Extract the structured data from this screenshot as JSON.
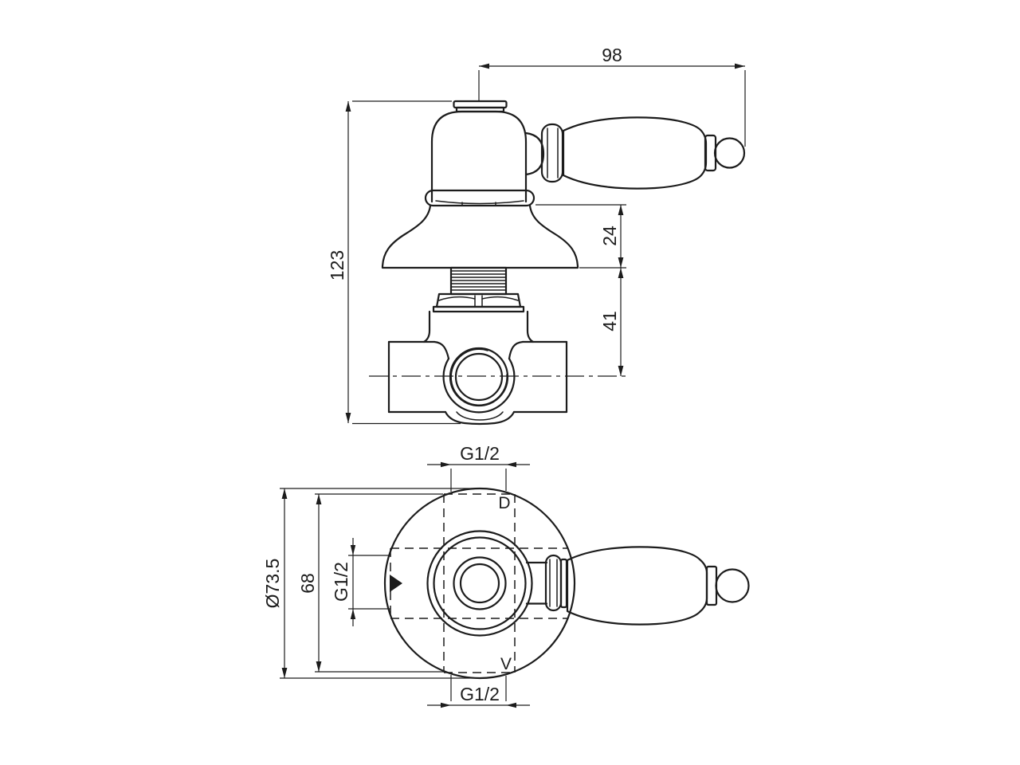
{
  "drawing": {
    "background": "#ffffff",
    "line_color": "#1c1c1c",
    "side_view": {
      "dim_handle_span": "98",
      "dim_overall_height": "123",
      "dim_escutcheon_depth": "24",
      "dim_valve_body_depth": "41"
    },
    "front_view": {
      "dim_escutcheon_diameter": "Ø73.5",
      "dim_port_span": "68",
      "dim_top_port": "G1/2",
      "dim_inlet_port": "G1/2",
      "dim_bottom_port": "G1/2",
      "label_outlet_d": "D",
      "label_outlet_v": "V"
    }
  }
}
